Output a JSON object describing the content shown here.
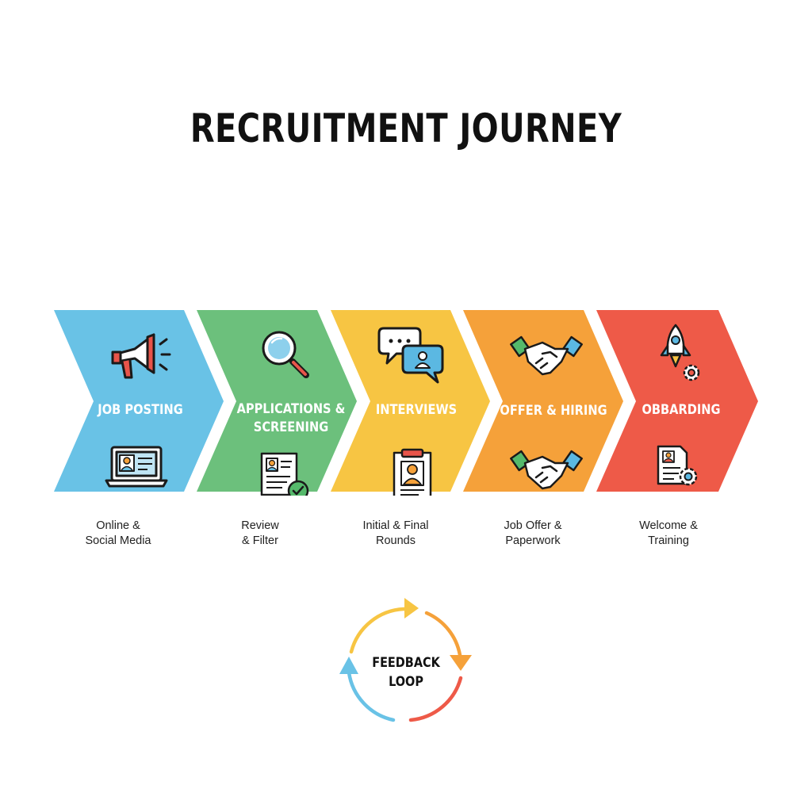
{
  "title": "RECRUITMENT JOURNEY",
  "stages": [
    {
      "label_lines": [
        "JOB POSTING"
      ],
      "caption_lines": [
        "Online &",
        "Social Media"
      ],
      "color": "#69C2E6",
      "top_icon": "megaphone-icon",
      "bottom_icon": "laptop-profile-icon"
    },
    {
      "label_lines": [
        "APPLICATIONS &",
        "SCREENING"
      ],
      "caption_lines": [
        "Review",
        "& Filter"
      ],
      "color": "#6CC07C",
      "top_icon": "magnifying-glass-icon",
      "bottom_icon": "resume-check-icon"
    },
    {
      "label_lines": [
        "INTERVIEWS"
      ],
      "caption_lines": [
        "Initial & Final",
        "Rounds"
      ],
      "color": "#F7C543",
      "top_icon": "chat-bubbles-icon",
      "bottom_icon": "clipboard-profile-icon"
    },
    {
      "label_lines": [
        "OFFER & HIRING"
      ],
      "caption_lines": [
        "Job Offer &",
        "Paperwork"
      ],
      "color": "#F5A13A",
      "top_icon": "handshake-icon",
      "bottom_icon": "handshake-icon"
    },
    {
      "label_lines": [
        "OBBARDING"
      ],
      "caption_lines": [
        "Welcome &",
        "Training"
      ],
      "color": "#EE5A48",
      "top_icon": "rocket-gear-icon",
      "bottom_icon": "document-gear-icon"
    }
  ],
  "feedback_loop": {
    "label_lines": [
      "FEEDBACK",
      "LOOP"
    ],
    "arc_colors": [
      "#F7C543",
      "#F5A13A",
      "#EE5A48",
      "#69C2E6"
    ]
  }
}
